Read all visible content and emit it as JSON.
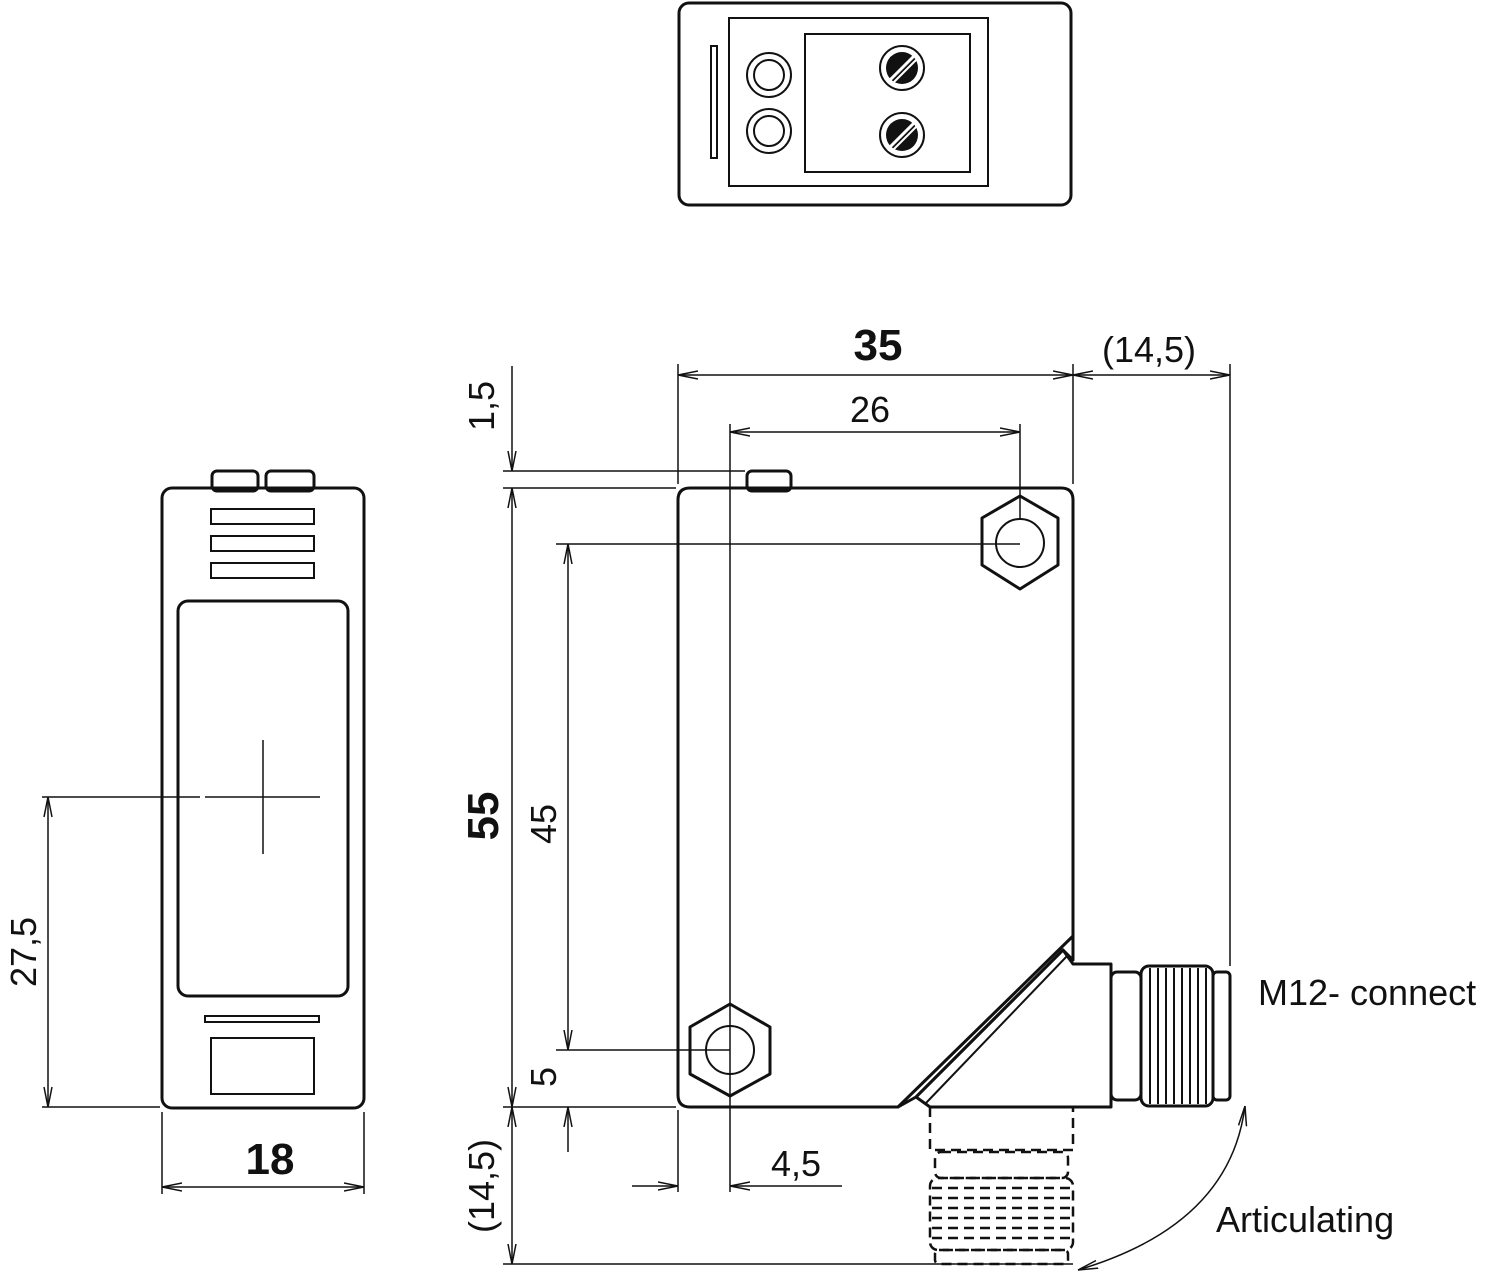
{
  "dimensions": {
    "width_35": "35",
    "hole_spacing_26": "26",
    "connector_14_5_horizontal": "(14,5)",
    "lens_height_1_5": "1,5",
    "height_55": "55",
    "hole_spacing_45": "45",
    "hole_offset_5": "5",
    "hole_offset_4_5": "4,5",
    "connector_14_5_vertical": "(14,5)",
    "optical_axis_27_5": "27,5",
    "width_18": "18"
  },
  "labels": {
    "connector": "M12- connect",
    "articulating": "Articulating"
  }
}
